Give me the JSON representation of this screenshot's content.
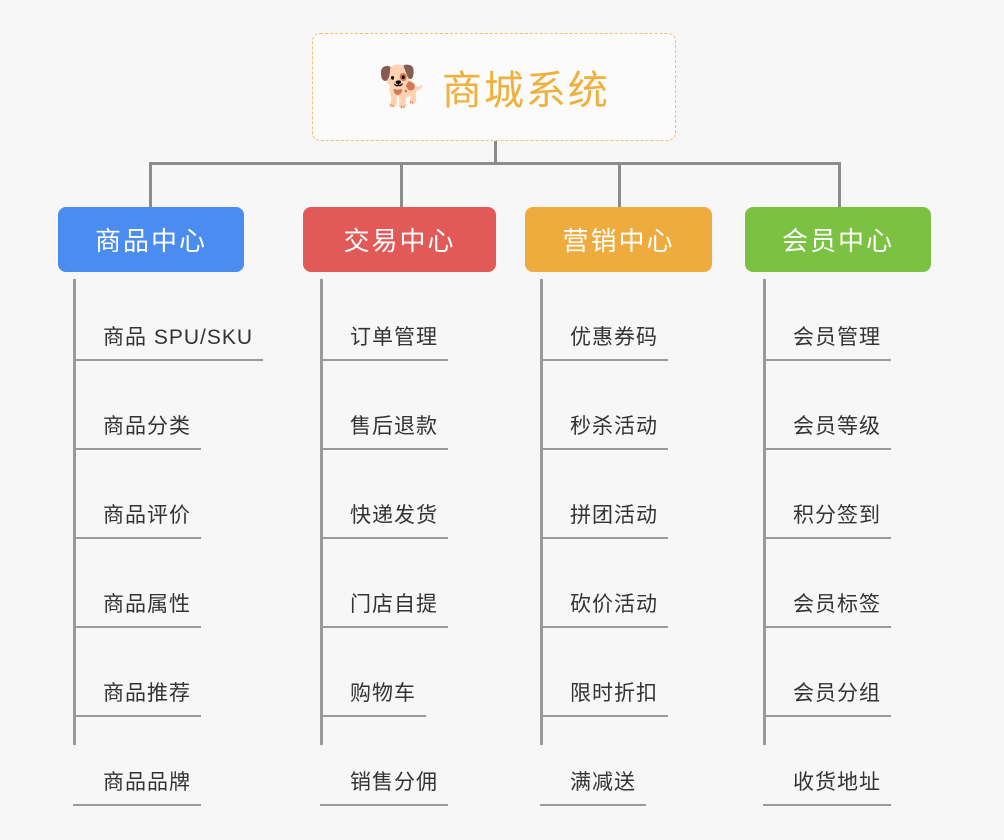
{
  "diagram": {
    "type": "organization-tree",
    "background_color": "#f7f7f7",
    "root": {
      "icon": "dog-face-icon",
      "icon_glyph": "🐕",
      "title": "商城系统",
      "title_color": "#efb03c",
      "border_color": "#f0c070",
      "border_style": "dashed"
    },
    "connector_color": "#8c8c8c",
    "categories": [
      {
        "name": "商品中心",
        "color": "#4a8cf0",
        "items": [
          "商品 SPU/SKU",
          "商品分类",
          "商品评价",
          "商品属性",
          "商品推荐",
          "商品品牌"
        ]
      },
      {
        "name": "交易中心",
        "color": "#e25a57",
        "items": [
          "订单管理",
          "售后退款",
          "快递发货",
          "门店自提",
          "购物车",
          "销售分佣"
        ]
      },
      {
        "name": "营销中心",
        "color": "#eeab3e",
        "items": [
          "优惠券码",
          "秒杀活动",
          "拼团活动",
          "砍价活动",
          "限时折扣",
          "满减送"
        ]
      },
      {
        "name": "会员中心",
        "color": "#7cc242",
        "items": [
          "会员管理",
          "会员等级",
          "积分签到",
          "会员标签",
          "会员分组",
          "收货地址"
        ]
      }
    ]
  }
}
